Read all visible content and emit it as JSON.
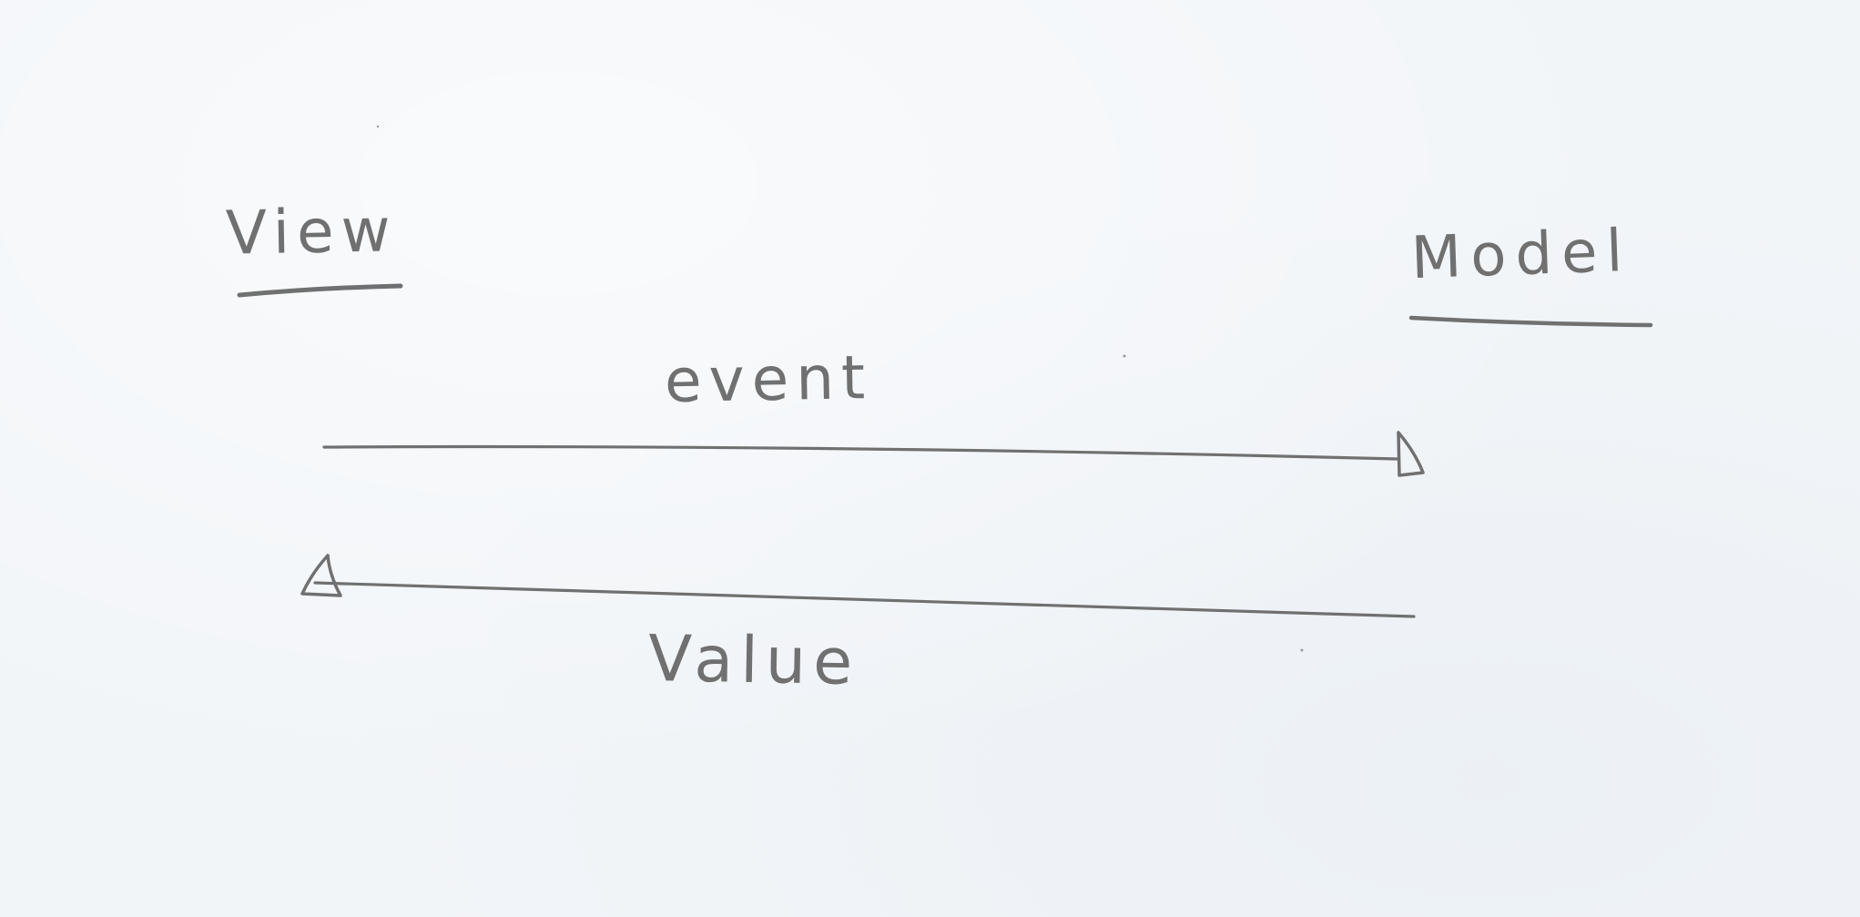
{
  "diagram": {
    "nodes": {
      "view": "View",
      "model": "Model"
    },
    "edges": {
      "event": "event",
      "value": "Value"
    },
    "ink_color": "#707070",
    "paper_color": "#f2f5f8"
  }
}
